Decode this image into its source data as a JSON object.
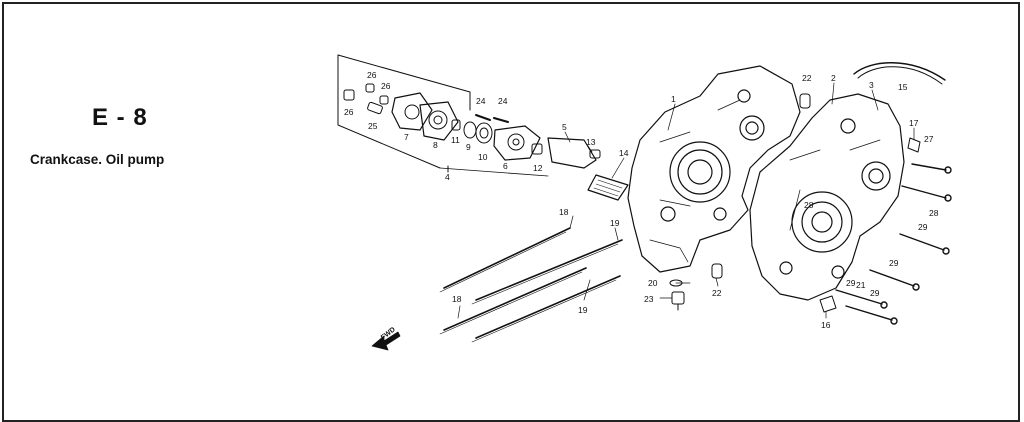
{
  "diagram": {
    "code": "E - 8",
    "title": "Crankcase. Oil pump",
    "direction_label": "FWD",
    "parts": [
      {
        "id": "p1",
        "label": "1"
      },
      {
        "id": "p2",
        "label": "2"
      },
      {
        "id": "p3",
        "label": "3"
      },
      {
        "id": "p4",
        "label": "4"
      },
      {
        "id": "p5",
        "label": "5"
      },
      {
        "id": "p6",
        "label": "6"
      },
      {
        "id": "p7",
        "label": "7"
      },
      {
        "id": "p8",
        "label": "8"
      },
      {
        "id": "p9",
        "label": "9"
      },
      {
        "id": "p10",
        "label": "10"
      },
      {
        "id": "p11",
        "label": "11"
      },
      {
        "id": "p12",
        "label": "12"
      },
      {
        "id": "p13",
        "label": "13"
      },
      {
        "id": "p14",
        "label": "14"
      },
      {
        "id": "p15",
        "label": "15"
      },
      {
        "id": "p16",
        "label": "16"
      },
      {
        "id": "p17",
        "label": "17"
      },
      {
        "id": "p18a",
        "label": "18"
      },
      {
        "id": "p18b",
        "label": "18"
      },
      {
        "id": "p19a",
        "label": "19"
      },
      {
        "id": "p19b",
        "label": "19"
      },
      {
        "id": "p20",
        "label": "20"
      },
      {
        "id": "p21",
        "label": "21"
      },
      {
        "id": "p22a",
        "label": "22"
      },
      {
        "id": "p22b",
        "label": "22"
      },
      {
        "id": "p23",
        "label": "23"
      },
      {
        "id": "p24a",
        "label": "24"
      },
      {
        "id": "p24b",
        "label": "24"
      },
      {
        "id": "p25",
        "label": "25"
      },
      {
        "id": "p26a",
        "label": "26"
      },
      {
        "id": "p26b",
        "label": "26"
      },
      {
        "id": "p26c",
        "label": "26"
      },
      {
        "id": "p27",
        "label": "27"
      },
      {
        "id": "p28a",
        "label": "28"
      },
      {
        "id": "p28b",
        "label": "28"
      },
      {
        "id": "p29a",
        "label": "29"
      },
      {
        "id": "p29b",
        "label": "29"
      },
      {
        "id": "p29c",
        "label": "29"
      },
      {
        "id": "p29d",
        "label": "29"
      }
    ]
  }
}
